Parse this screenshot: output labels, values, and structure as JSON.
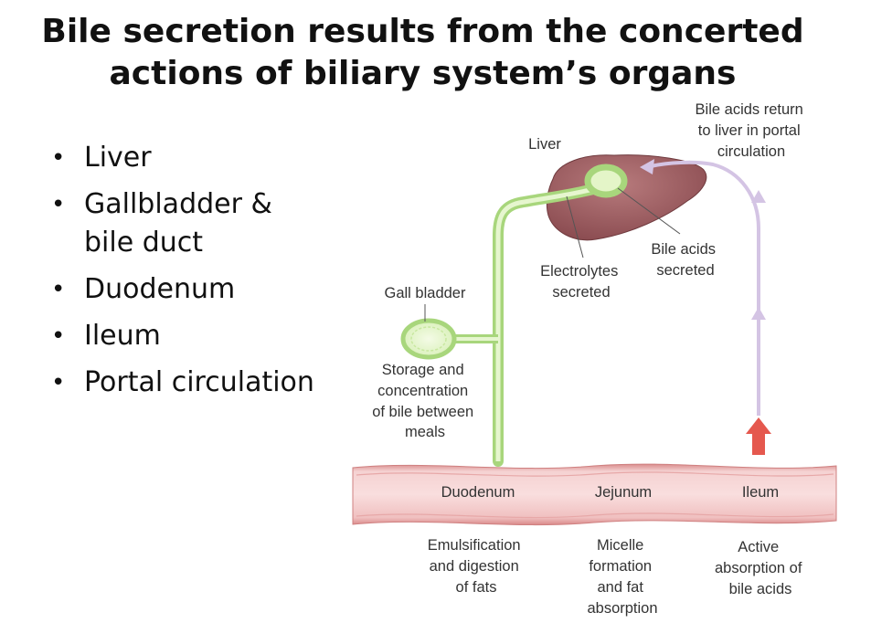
{
  "slide": {
    "title_line1": "Bile secretion results from the concerted",
    "title_line2": "actions of biliary system’s organs"
  },
  "bullets": [
    {
      "text": "Liver"
    },
    {
      "text": "Gallbladder &",
      "text2": "bile duct"
    },
    {
      "text": "Duodenum"
    },
    {
      "text": "Ileum"
    },
    {
      "text": "Portal circulation"
    }
  ],
  "diagram": {
    "liver_label": "Liver",
    "bile_return_label": [
      "Bile acids return",
      "to liver in portal",
      "circulation"
    ],
    "bile_acids_secreted_label": [
      "Bile acids",
      "secreted"
    ],
    "electrolytes_label": [
      "Electrolytes",
      "secreted"
    ],
    "gall_bladder_label": "Gall bladder",
    "storage_label": [
      "Storage and",
      "concentration",
      "of bile between",
      "meals"
    ],
    "intestine_segments": [
      "Duodenum",
      "Jejunum",
      "Ileum"
    ],
    "duodenum_function": [
      "Emulsification",
      "and digestion",
      "of fats"
    ],
    "jejunum_function": [
      "Micelle",
      "formation",
      "and fat",
      "absorption"
    ],
    "ileum_function": [
      "Active",
      "absorption of",
      "bile acids"
    ],
    "colors": {
      "liver": "#9a5a5e",
      "bile_duct": "#b6e08a",
      "intestine": "#f2c6c6",
      "portal_arrow": "#d4c4e4",
      "absorption_arrow": "#e5584e"
    }
  }
}
